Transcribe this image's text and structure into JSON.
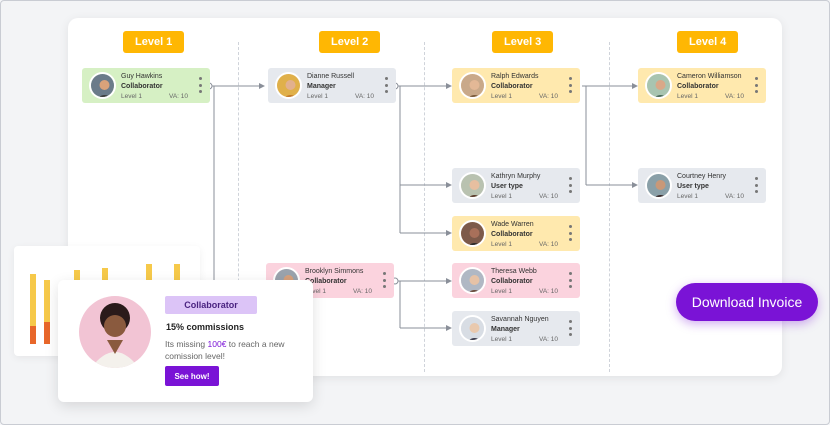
{
  "levels": [
    "Level 1",
    "Level 2",
    "Level 3",
    "Level 4"
  ],
  "nodes": [
    {
      "name": "Guy Hawkins",
      "role": "Collaborator",
      "level": "Level 1",
      "va": "VA: 10",
      "color": "#d6f0c4"
    },
    {
      "name": "Dianne Russell",
      "role": "Manager",
      "level": "Level 1",
      "va": "VA: 10",
      "color": "#e6e9ee"
    },
    {
      "name": "Brooklyn Simmons",
      "role": "Collaborator",
      "level": "Level 1",
      "va": "VA: 10",
      "color": "#fbd3de"
    },
    {
      "name": "Ralph Edwards",
      "role": "Collaborator",
      "level": "Level 1",
      "va": "VA: 10",
      "color": "#ffe9ae"
    },
    {
      "name": "Kathryn Murphy",
      "role": "User type",
      "level": "Level 1",
      "va": "VA: 10",
      "color": "#e6e9ee"
    },
    {
      "name": "Wade Warren",
      "role": "Collaborator",
      "level": "Level 1",
      "va": "VA: 10",
      "color": "#ffe9ae"
    },
    {
      "name": "Theresa Webb",
      "role": "Collaborator",
      "level": "Level 1",
      "va": "VA: 10",
      "color": "#fbd3de"
    },
    {
      "name": "Savannah Nguyen",
      "role": "Manager",
      "level": "Level 1",
      "va": "VA: 10",
      "color": "#e6e9ee"
    },
    {
      "name": "Cameron Williamson",
      "role": "Collaborator",
      "level": "Level 1",
      "va": "VA: 10",
      "color": "#ffe9ae"
    },
    {
      "name": "Courtney Henry",
      "role": "User type",
      "level": "Level 1",
      "va": "VA: 10",
      "color": "#e6e9ee"
    }
  ],
  "download_button": "Download Invoice",
  "promo": {
    "tag": "Collaborator",
    "commission": "15% commissions",
    "missing_prefix": "Its missing ",
    "missing_amount": "100€",
    "missing_suffix": " to reach a new comission level!",
    "cta": "See how!"
  },
  "colors": {
    "accent": "#7a13d6",
    "level_badge": "#ffb703",
    "connector": "#8a8f99"
  }
}
